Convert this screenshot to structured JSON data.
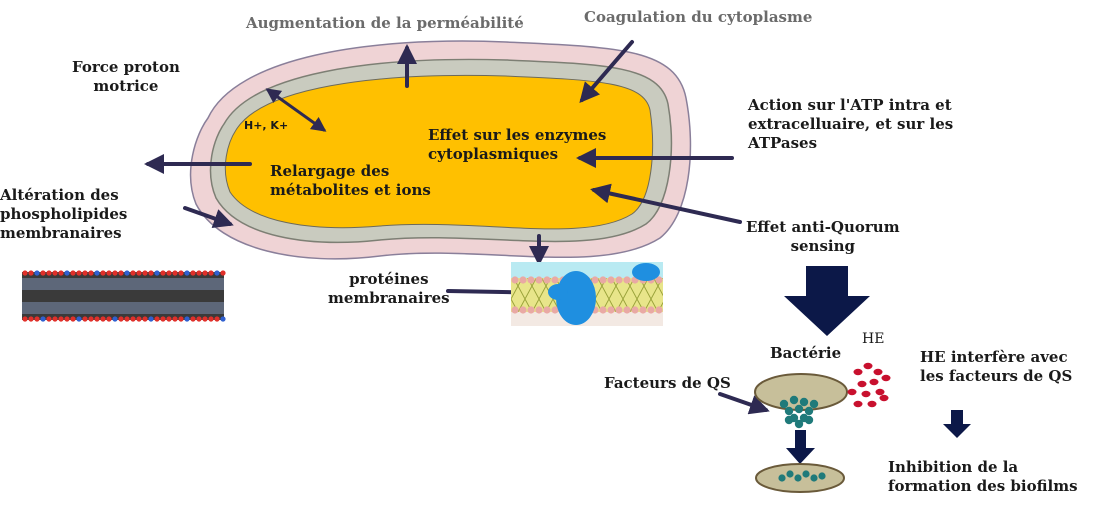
{
  "labels": {
    "permeabilite": "Augmentation de la perméabilité",
    "coagulation": "Coagulation du cytoplasme",
    "force_proton": "Force proton\nmotrice",
    "ions": "H+, K+",
    "effet_enzymes": "Effet sur les enzymes\ncytoplasmiques",
    "relargage": "Relargage des\nmétabolites et ions",
    "atp": "Action sur l'ATP intra et\nextracelluaire, et sur les\nATPases",
    "alteration": "Altération des\nphospholipides\nmembranaires",
    "anti_quorum": "Effet anti-Quorum\nsensing",
    "proteines": "protéines\nmembranaires",
    "bacterie": "Bactérie",
    "he": "HE",
    "he_interfere": "HE interfère avec\nles facteurs de QS",
    "facteurs_qs": "Facteurs de QS",
    "inhibition": "Inhibition de la\nformation des biofilms"
  },
  "colors": {
    "arrow": "#2e2a52",
    "cytoplasm": "#ffc000",
    "inner_membrane": "#c9cbbf",
    "outer_membrane": "#efd3d5",
    "big_arrow": "#0c1848",
    "qs_factor": "#1f7a7a",
    "he_drops": "#c8102e",
    "bacteria_fill": "#c7bf9a",
    "protein": "#1f8fe0",
    "phospholipid_head_red": "#e0302a",
    "phospholipid_head_blue": "#3060d0"
  }
}
